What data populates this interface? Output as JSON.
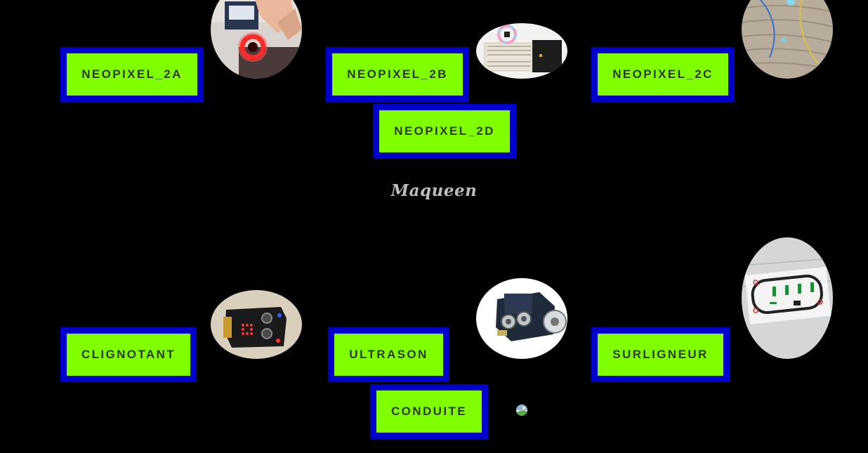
{
  "buttons": {
    "neopixel_2a": "NEOPIXEL_2A",
    "neopixel_2b": "NEOPIXEL_2B",
    "neopixel_2c": "NEOPIXEL_2C",
    "neopixel_2d": "NEOPIXEL_2D",
    "clignotant": "CLIGNOTANT",
    "ultrason": "ULTRASON",
    "surligneur": "SURLIGNEUR",
    "conduite": "CONDUITE"
  },
  "caption": "Maqueen",
  "colors": {
    "background": "#000000",
    "button_fill": "#7FFF00",
    "button_border": "#0000CD",
    "button_text": "#2f3a2a",
    "caption_text": "#bdbdbd"
  }
}
